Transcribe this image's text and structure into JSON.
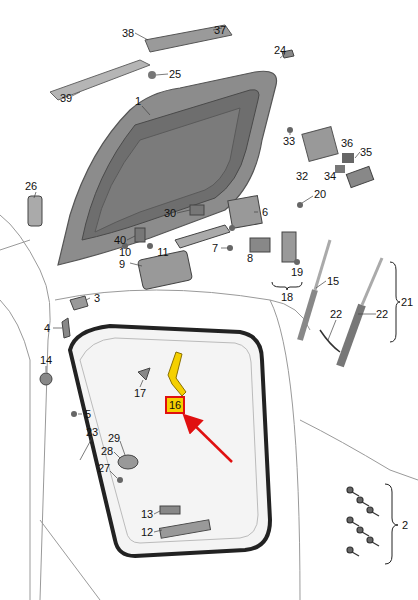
{
  "diagram": {
    "nodes": [
      {
        "text": [
          "16"
        ]
      }
    ],
    "labels": [
      "38",
      "37",
      "24",
      "25",
      "39",
      "1",
      "26",
      "33",
      "32",
      "34",
      "36",
      "35",
      "30",
      "6",
      "20",
      "40",
      "10",
      "11",
      "7",
      "8",
      "9",
      "19",
      "18",
      "15",
      "21",
      "22",
      "3",
      "4",
      "22",
      "14",
      "17",
      "5",
      "23",
      "29",
      "28",
      "27",
      "13",
      "12",
      "2"
    ]
  }
}
